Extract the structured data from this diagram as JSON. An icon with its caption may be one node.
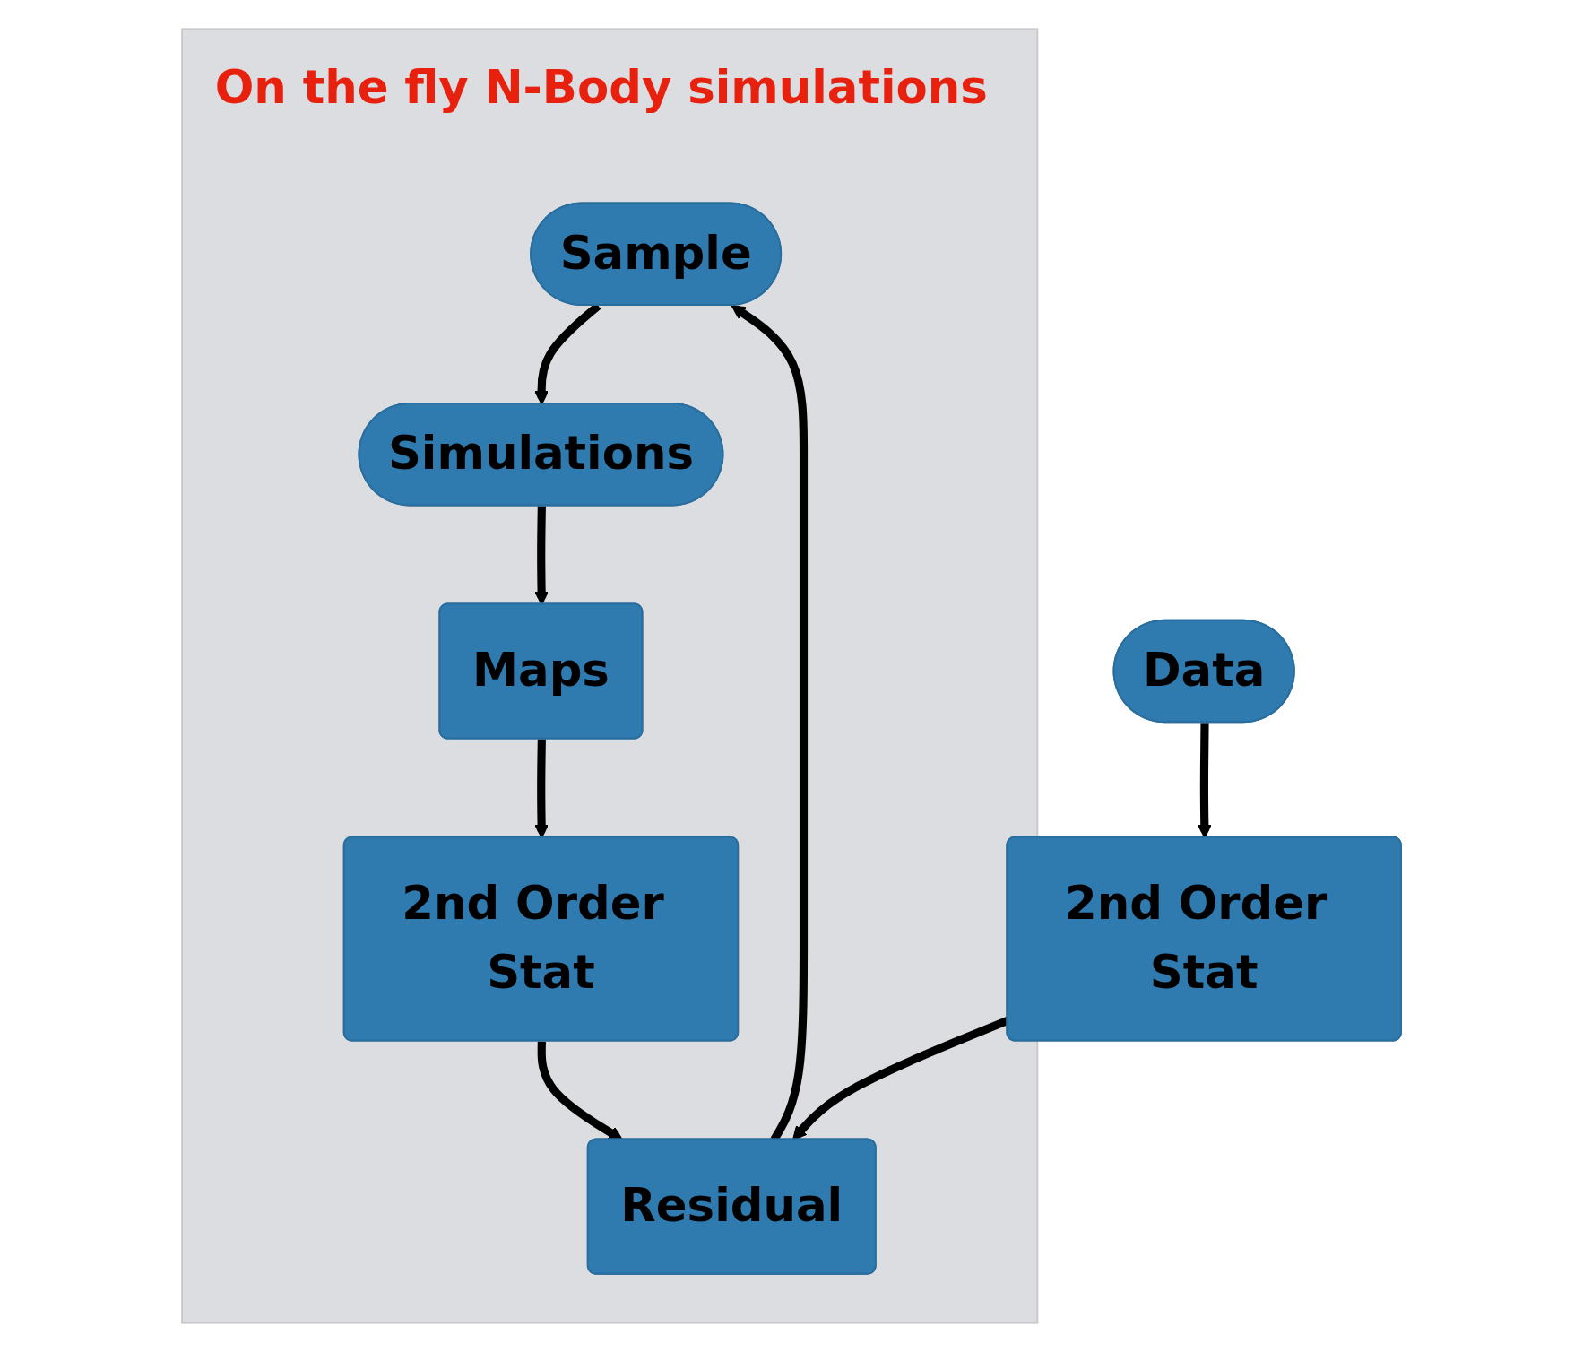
{
  "diagram": {
    "nodes": [
      {
        "text": [
          "On the fly N-Body simulations"
        ]
      },
      {
        "text": [
          "Sample"
        ],
        "in": 0
      },
      {
        "text": [
          "Simulations"
        ],
        "in": 0
      },
      {
        "text": [
          "Maps"
        ],
        "in": 0
      },
      {
        "text": [
          "2nd Order Stat"
        ],
        "in": 0
      },
      {
        "text": [
          "Residual"
        ],
        "in": 0
      },
      {
        "text": [
          "Data"
        ]
      },
      {
        "text": [
          "2nd Order Stat"
        ]
      }
    ],
    "edges": [
      {
        "from": 1,
        "to": 2,
        "arrow": "to"
      },
      {
        "from": 2,
        "to": 3,
        "arrow": "to"
      },
      {
        "from": 3,
        "to": 4,
        "arrow": "to"
      },
      {
        "from": 4,
        "to": 5,
        "arrow": "to"
      },
      {
        "from": 6,
        "to": 7,
        "arrow": "to"
      },
      {
        "from": 7,
        "to": 5,
        "arrow": "to"
      },
      {
        "from": 5,
        "to": 1,
        "arrow": "to"
      }
    ]
  }
}
